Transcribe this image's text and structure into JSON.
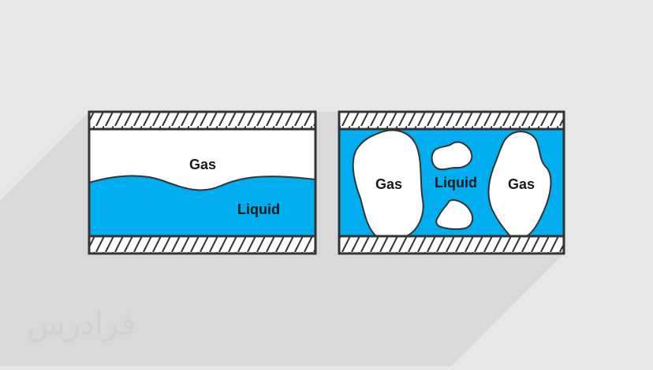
{
  "colors": {
    "background": "#e6e7e8",
    "shadow": "#d8d9da",
    "liquid": "#00aeef",
    "gas": "#ffffff",
    "wall": "#ffffff",
    "outline": "#333333",
    "label_text": "#1a1a1a",
    "watermark": "#d0d1d2"
  },
  "stratified_flow": {
    "gas_label": "Gas",
    "liquid_label": "Liquid"
  },
  "slug_flow": {
    "gas_left_label": "Gas",
    "liquid_label": "Liquid",
    "gas_right_label": "Gas"
  },
  "watermark": {
    "text": "فرادرس"
  }
}
